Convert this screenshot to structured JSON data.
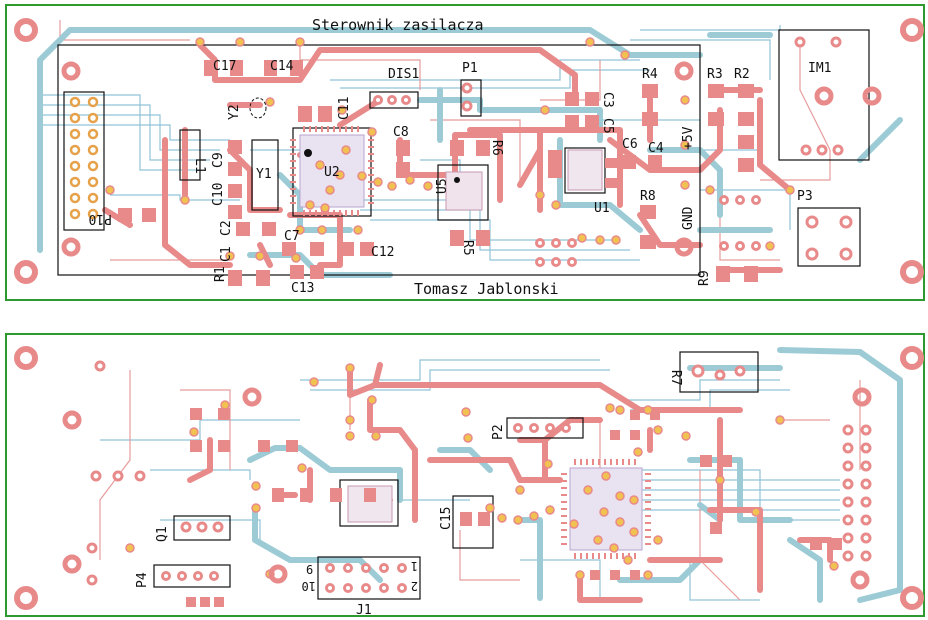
{
  "board_top": {
    "title": "Sterownik zasilacza",
    "author": "Tomasz Jablonski",
    "labels": {
      "c17": "C17",
      "c14": "C14",
      "dis1": "DIS1",
      "p1": "P1",
      "r4": "R4",
      "r3": "R3",
      "r2": "R2",
      "im1": "IM1",
      "y2": "Y2",
      "c11": "C11",
      "c8": "C8",
      "r6": "R6",
      "c3": "C3",
      "c5": "C5",
      "plus5v": "+5V",
      "c6": "C6",
      "c4": "C4",
      "u2": "U2",
      "y1": "Y1",
      "c9": "C9",
      "c10": "C10",
      "l1": "L1",
      "u5": "U5",
      "u1": "U1",
      "r8": "R8",
      "gnd": "GND",
      "p3": "P3",
      "c2": "C2",
      "c7": "C7",
      "c12": "C12",
      "r5": "R5",
      "c1": "C1",
      "r1": "R1",
      "c13": "C13",
      "r9": "R9",
      "p10": "P10"
    }
  },
  "board_bottom": {
    "labels": {
      "r7": "R7",
      "p2": "P2",
      "c15": "C15",
      "q1": "Q1",
      "p4": "P4",
      "j1": "J1",
      "pin6": "6",
      "pin2": "2",
      "pin10": "10",
      "pin1": "1"
    }
  },
  "colors": {
    "outline": "#2e9a2e",
    "copper_top": "#e88a8a",
    "copper_bottom": "#9ccbd6",
    "pad": "#e6a24a",
    "thin_trace": "#7fb8d0",
    "silkscreen": "#111111"
  }
}
